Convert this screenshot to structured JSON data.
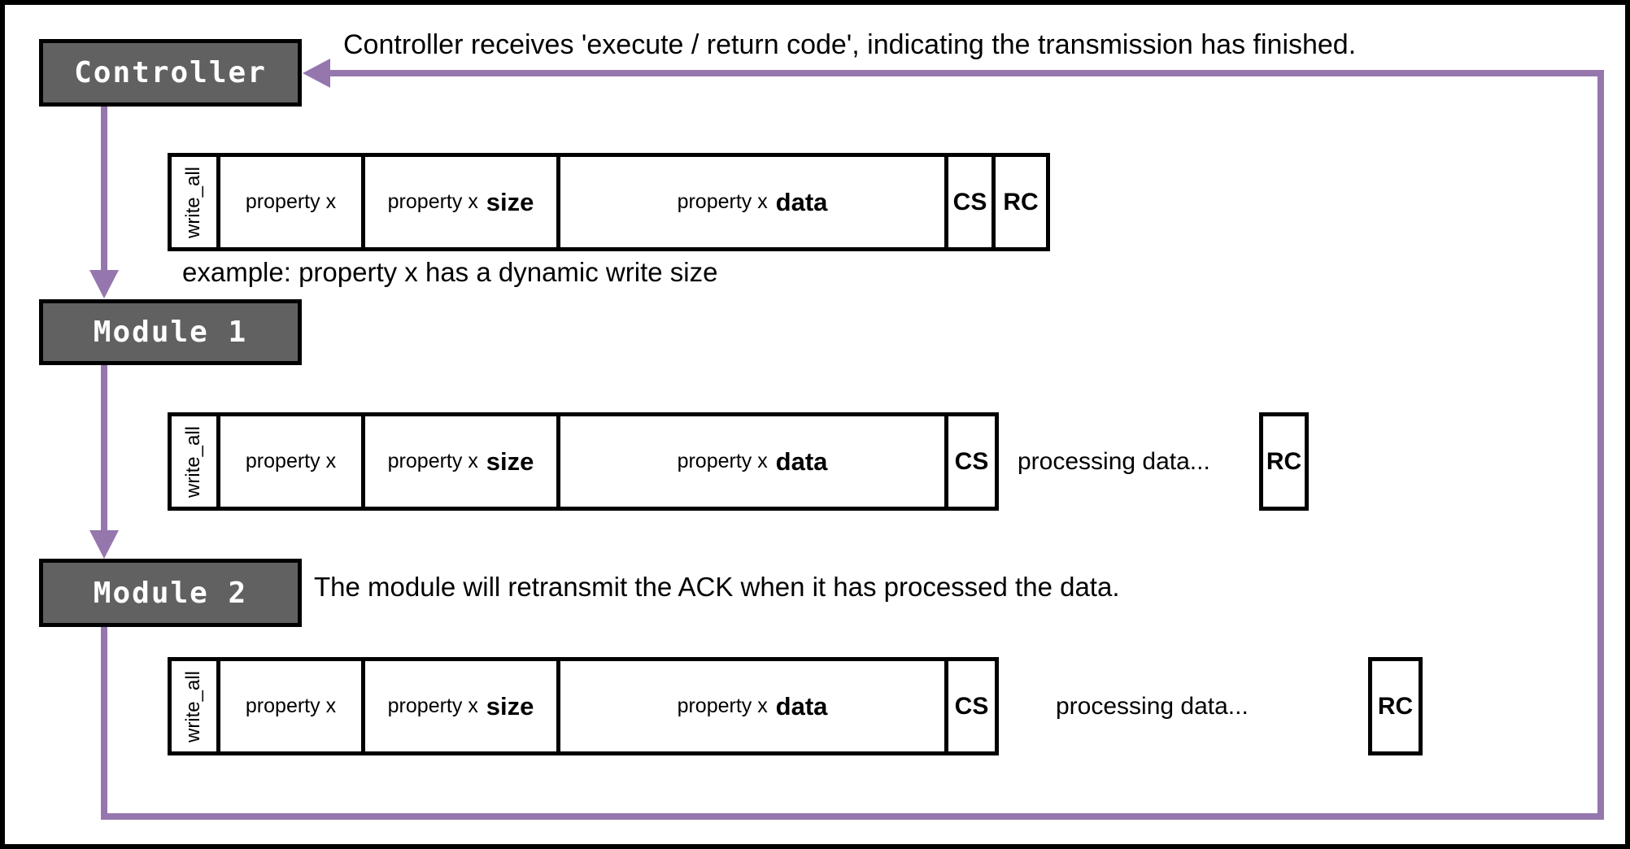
{
  "diagram": {
    "nodes": {
      "controller": "Controller",
      "module1": "Module 1",
      "module2": "Module 2"
    },
    "captions": {
      "top": "Controller receives 'execute / return code', indicating the transmission has finished.",
      "example": "example: property x has a dynamic write size",
      "module2": "The module will retransmit the ACK when it has processed the data."
    },
    "packet": {
      "write_all": "write_all",
      "property": "property x",
      "size_prefix": "property x",
      "size_bold": "size",
      "data_prefix": "property x",
      "data_bold": "data",
      "cs": "CS",
      "rc": "RC"
    },
    "processing": "processing data...",
    "colors": {
      "arrow": "#9577ae",
      "node_fill": "#616161",
      "node_text": "#ffffff"
    }
  }
}
